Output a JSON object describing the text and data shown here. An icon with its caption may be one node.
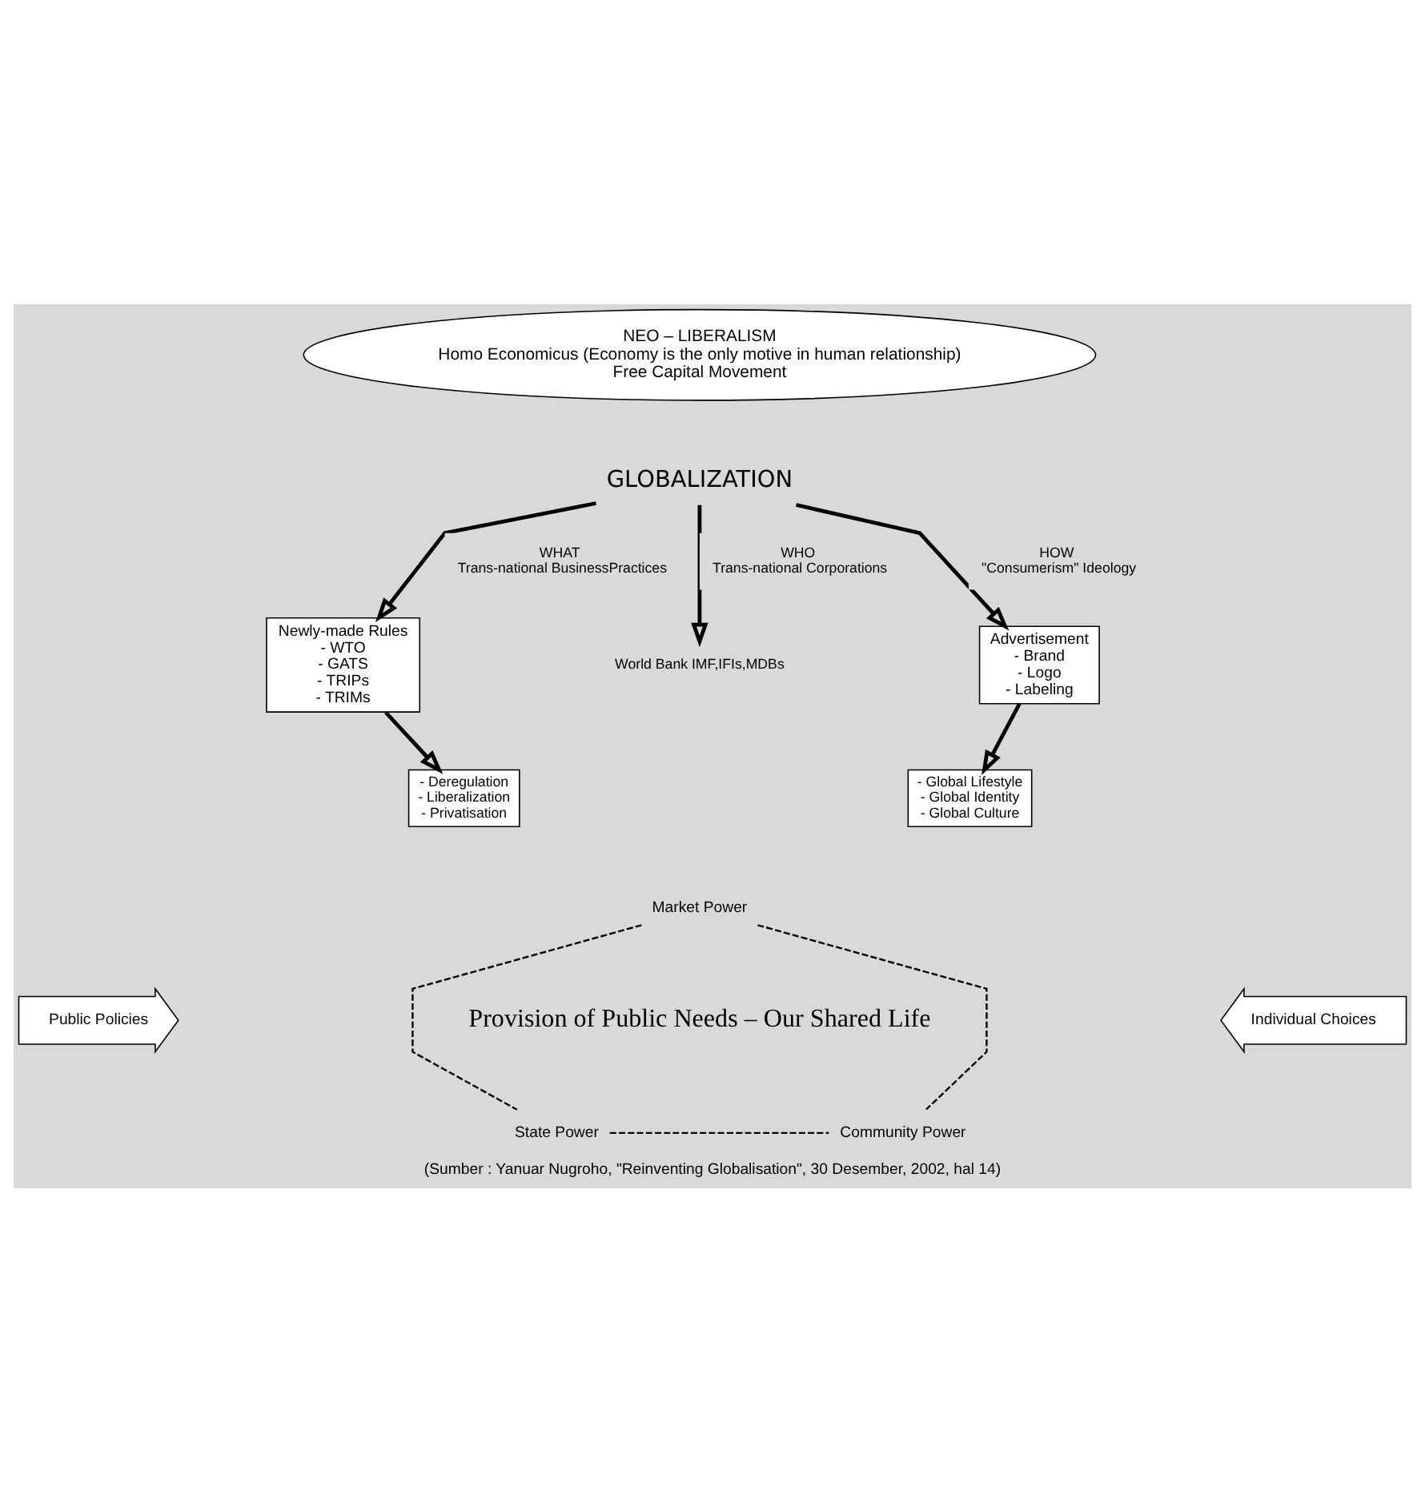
{
  "diagram": {
    "caption": "(Sumber : Yanuar Nugroho, \"Reinventing Globalisation\", 30 Desember, 2002, hal 14)",
    "nodes": [
      {
        "text": [
          "NEO – LIBERALISM",
          "Homo Economicus (Economy is the only motive in human relationship)",
          "Free Capital Movement"
        ]
      },
      {
        "text": [
          "GLOBALIZATION"
        ]
      },
      {
        "text": [
          "Newly-made Rules",
          "- WTO",
          "- GATS",
          "- TRIPs",
          "- TRIMs"
        ]
      },
      {
        "text": [
          "Advertisement",
          "- Brand",
          "- Logo",
          "- Labeling"
        ]
      },
      {
        "text": [
          "World Bank IMF,IFIs,MDBs"
        ]
      },
      {
        "text": [
          "- Deregulation",
          "- Liberalization",
          "- Privatisation"
        ]
      },
      {
        "text": [
          "- Global Lifestyle",
          "- Global Identity",
          "- Global Culture"
        ]
      },
      {
        "text": [
          "Market Power"
        ]
      },
      {
        "text": [
          "Public Policies"
        ]
      },
      {
        "text": [
          "Provision of Public Needs – Our Shared Life"
        ]
      },
      {
        "text": [
          "Individual Choices"
        ]
      },
      {
        "text": [
          "State Power"
        ]
      },
      {
        "text": [
          "Community Power"
        ]
      }
    ],
    "edges": [
      {
        "from": 1,
        "to": 2,
        "arrow": "to",
        "label": "WHAT Trans-national BusinessPractices"
      },
      {
        "from": 1,
        "to": 3,
        "arrow": "to",
        "label": "HOW \"Consumerism\" Ideology"
      },
      {
        "from": 1,
        "to": 4,
        "arrow": "to",
        "label": "WHO Trans-national Corporations"
      },
      {
        "from": 2,
        "to": 5,
        "arrow": "to"
      },
      {
        "from": 3,
        "to": 6,
        "arrow": "to"
      },
      {
        "from": 7,
        "to": 11,
        "arrow": "none",
        "style": "dashed"
      },
      {
        "from": 7,
        "to": 12,
        "arrow": "none",
        "style": "dashed"
      },
      {
        "from": 11,
        "to": 12,
        "arrow": "none",
        "style": "dashed"
      }
    ]
  }
}
